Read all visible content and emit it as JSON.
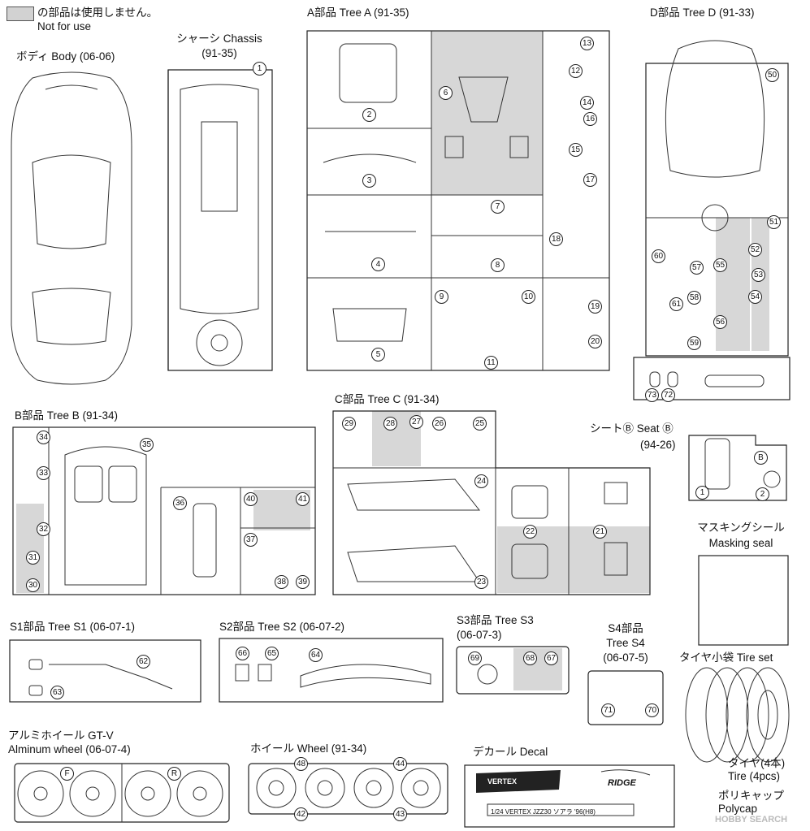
{
  "legend": {
    "jp": "の部品は使用しません。",
    "en": "Not for use",
    "swatch_color": "#d2d2d2"
  },
  "sections": {
    "body": {
      "title": "ボディ Body (06-06)"
    },
    "chassis": {
      "title_jp": "シャーシ Chassis",
      "code": "(91-35)"
    },
    "tree_a": {
      "title": "A部品 Tree A (91-35)"
    },
    "tree_d": {
      "title": "D部品 Tree D (91-33)"
    },
    "tree_b": {
      "title": "B部品 Tree B (91-34)"
    },
    "tree_c": {
      "title": "C部品 Tree C (91-34)"
    },
    "seat_b": {
      "title_jp": "シートⒷ Seat Ⓑ",
      "code": "(94-26)"
    },
    "masking": {
      "title_jp": "マスキングシール",
      "title_en": "Masking seal"
    },
    "tree_s1": {
      "title": "S1部品 Tree S1 (06-07-1)"
    },
    "tree_s2": {
      "title": "S2部品 Tree S2 (06-07-2)"
    },
    "tree_s3": {
      "title": "S3部品 Tree S3",
      "code": "(06-07-3)"
    },
    "tree_s4": {
      "title": "S4部品",
      "title2": "Tree S4",
      "code": "(06-07-5)"
    },
    "tire_set": {
      "title": "タイヤ小袋 Tire set",
      "tire_jp": "タイヤ(4本)",
      "tire_en": "Tire (4pcs)",
      "poly_jp": "ポリキャップ",
      "poly_en": "Polycap"
    },
    "alu_wheel": {
      "title": "アルミホイール GT-V",
      "title2": "Alminum wheel (06-07-4)",
      "front": "F",
      "rear": "R"
    },
    "wheel": {
      "title": "ホイール Wheel (91-34)"
    },
    "decal": {
      "title": "デカール Decal",
      "brand": "VERTEX",
      "logo": "RIDGE",
      "caption": "1/24 VERTEX JZZ30 ソアラ '96(H8)"
    }
  },
  "parts": [
    "1",
    "2",
    "3",
    "4",
    "5",
    "6",
    "7",
    "8",
    "9",
    "10",
    "11",
    "12",
    "13",
    "14",
    "15",
    "16",
    "17",
    "18",
    "19",
    "20",
    "21",
    "22",
    "23",
    "24",
    "25",
    "26",
    "27",
    "28",
    "29",
    "30",
    "31",
    "32",
    "33",
    "34",
    "35",
    "36",
    "37",
    "38",
    "39",
    "40",
    "41",
    "42",
    "43",
    "44",
    "48",
    "50",
    "51",
    "52",
    "53",
    "54",
    "55",
    "56",
    "57",
    "58",
    "59",
    "60",
    "61",
    "62",
    "63",
    "64",
    "65",
    "66",
    "67",
    "68",
    "69",
    "70",
    "71",
    "72",
    "73"
  ],
  "seat_parts": [
    "1",
    "2",
    "B"
  ],
  "watermark": "HOBBY SEARCH"
}
